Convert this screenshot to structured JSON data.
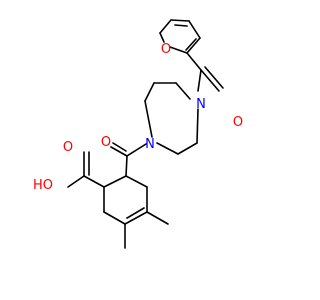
{
  "molecule": {
    "colors": {
      "bond": "#000000",
      "oxygen": "#ff0000",
      "nitrogen": "#0000ff"
    },
    "atoms": {
      "furan_o": {
        "label": "O",
        "element": "oxygen"
      },
      "furan_carbonyl_o": {
        "label": "O",
        "element": "oxygen"
      },
      "piperazine_n1": {
        "label": "N",
        "element": "nitrogen"
      },
      "piperazine_n4": {
        "label": "N",
        "element": "nitrogen"
      },
      "amide_o": {
        "label": "O",
        "element": "oxygen"
      },
      "acid_o": {
        "label": "O",
        "element": "oxygen"
      },
      "acid_oh": {
        "label": "HO",
        "element": "oxygen"
      }
    }
  }
}
